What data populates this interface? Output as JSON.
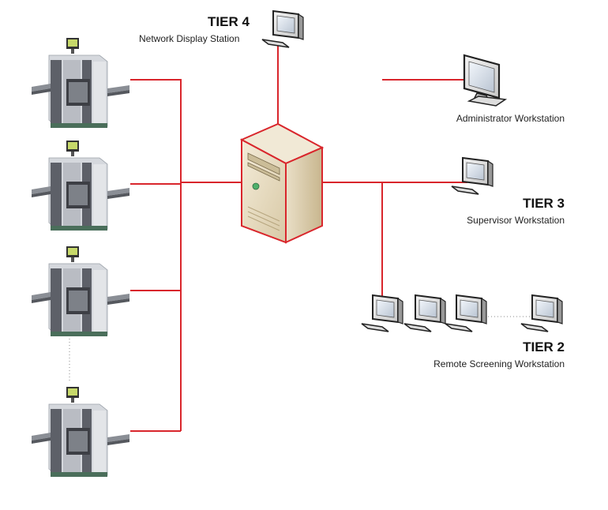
{
  "tiers": {
    "tier4": {
      "label": "TIER 4",
      "caption": "Network Display Station"
    },
    "tier3": {
      "label": "TIER 3",
      "caption": "Supervisor Workstation"
    },
    "tier2": {
      "label": "TIER 2",
      "caption": "Remote Screening Workstation"
    }
  },
  "admin": {
    "caption": "Administrator Workstation"
  },
  "colors": {
    "link": "#d9262c",
    "server_body": "#e7dcc3",
    "server_outline": "#d9262c",
    "scanner_dark": "#5d6068",
    "scanner_light": "#c9ccd2"
  }
}
